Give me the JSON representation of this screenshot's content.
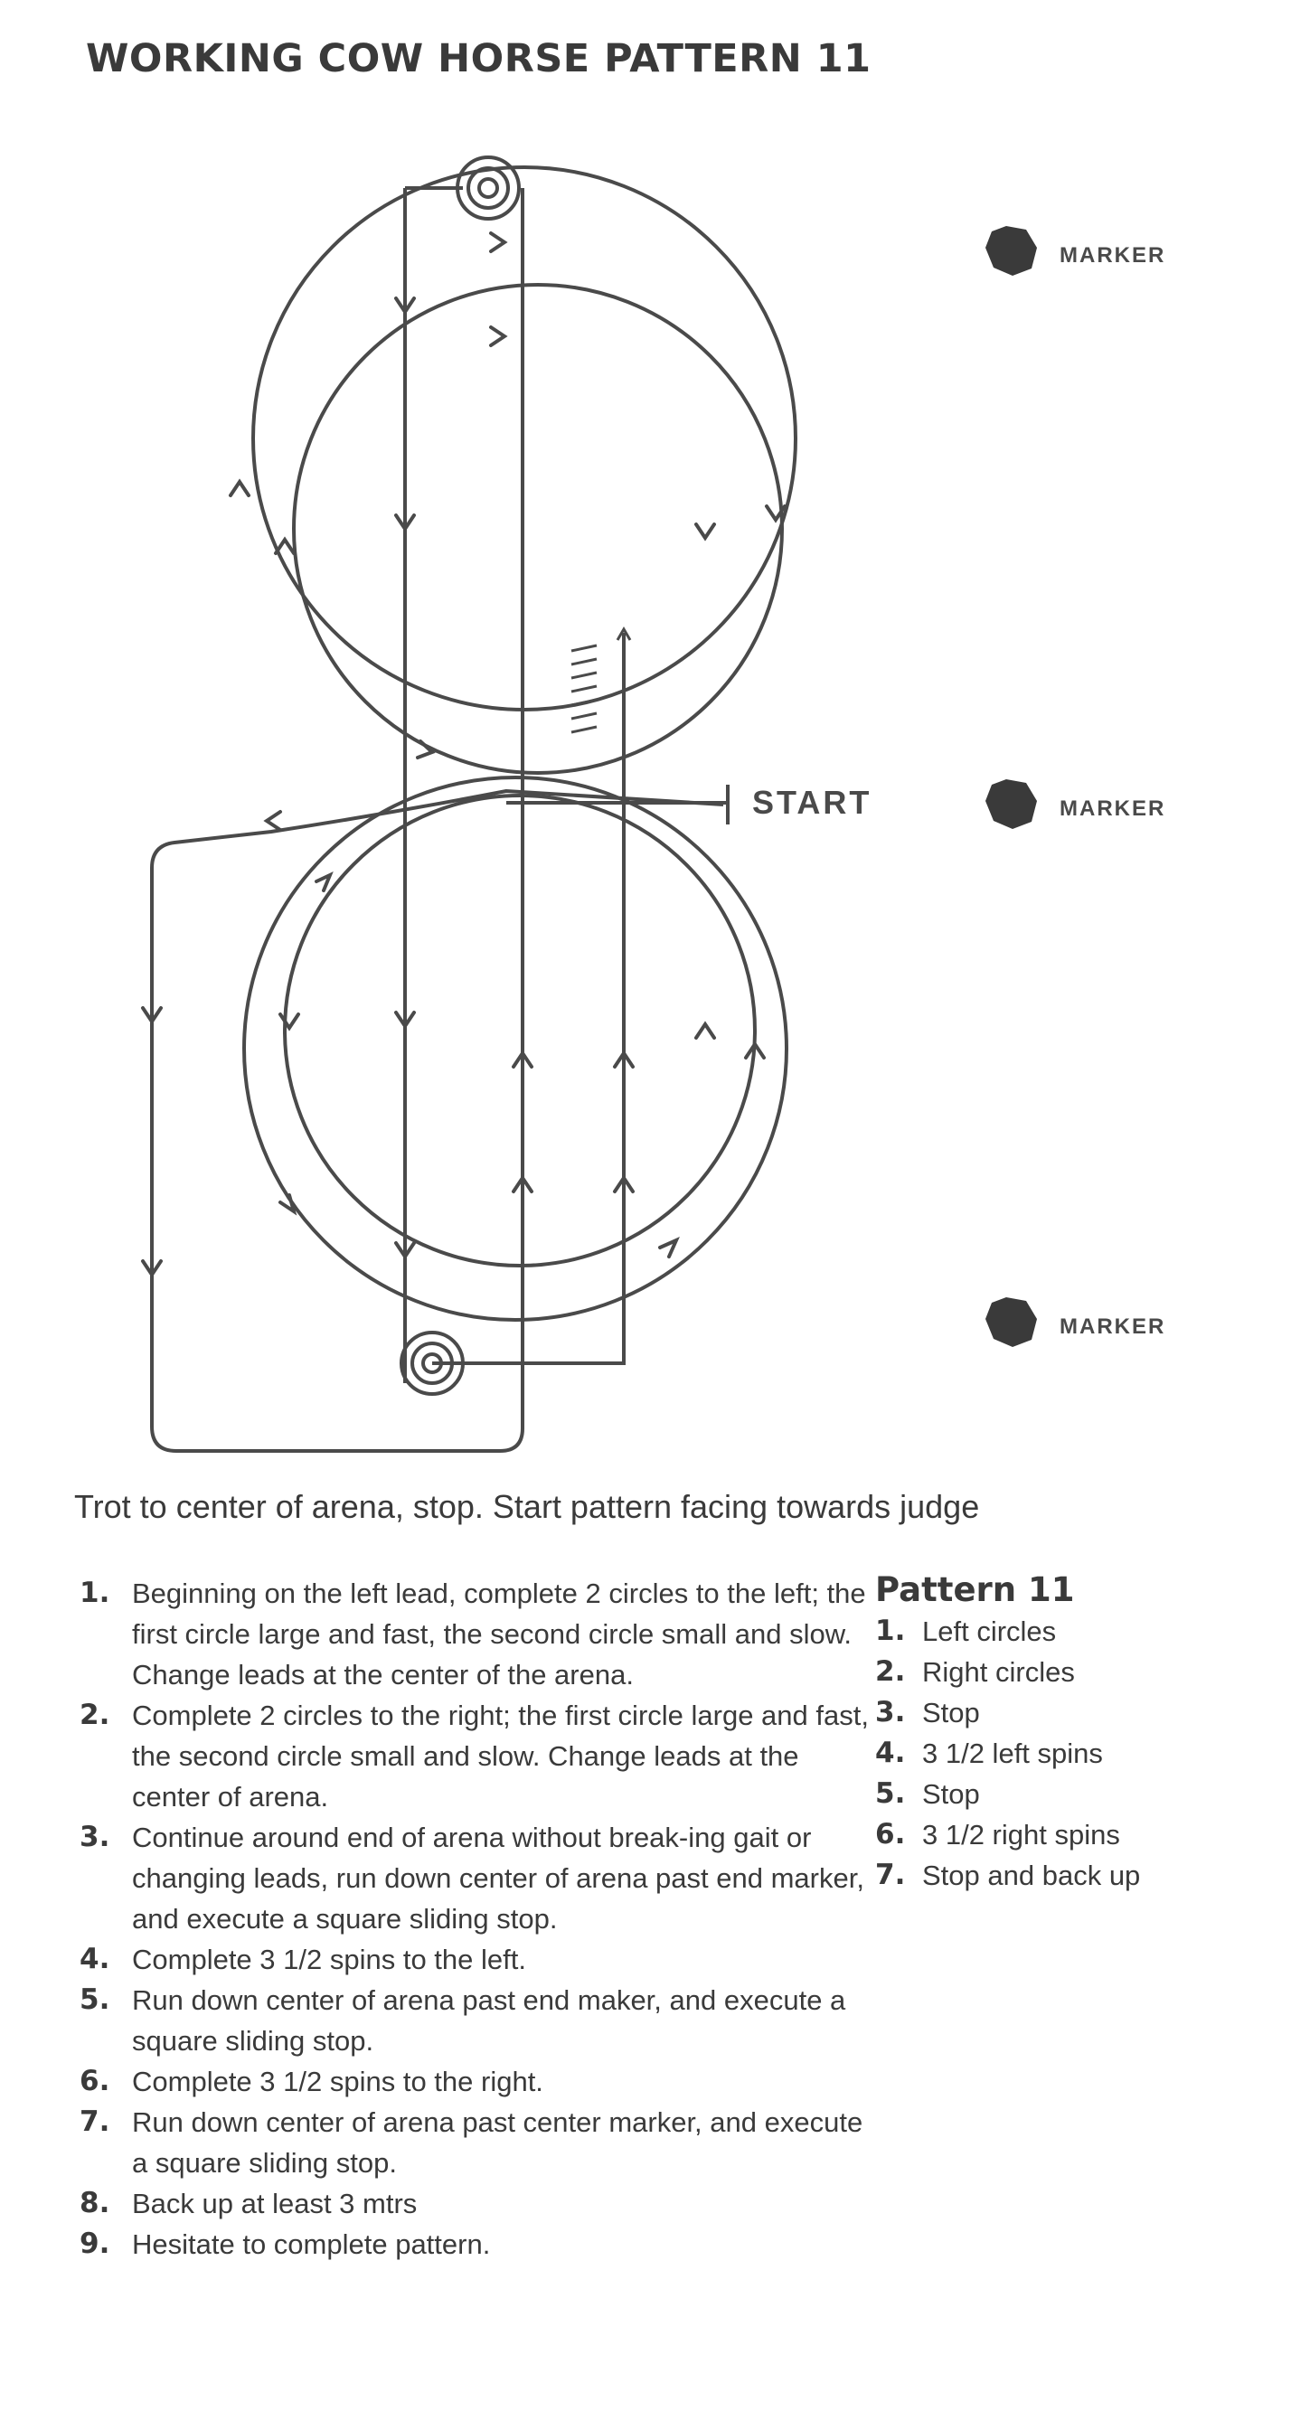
{
  "header": {
    "title": "WORKING COW HORSE PATTERN 11"
  },
  "diagram": {
    "start_label": "START",
    "markers": [
      {
        "label": "MARKER",
        "position": "top"
      },
      {
        "label": "MARKER",
        "position": "center"
      },
      {
        "label": "MARKER",
        "position": "bottom"
      }
    ],
    "colors": {
      "line": "#4a4a4a",
      "marker": "#3a3a3a"
    }
  },
  "intro": "Trot to center of arena, stop. Start pattern facing towards judge",
  "steps": [
    {
      "num": "1.",
      "text": "Beginning on the left lead, complete 2 circles to the left; the first circle large and fast, the second circle small and slow. Change leads at the center of the arena."
    },
    {
      "num": "2.",
      "text": "Complete 2 circles to the right; the first circle large and fast, the second circle small and slow. Change leads at the center of arena."
    },
    {
      "num": "3.",
      "text": "Continue around end of arena without break-ing gait or changing leads, run down center of arena past end marker, and execute a square sliding stop."
    },
    {
      "num": "4.",
      "text": "Complete 3 1/2 spins to the left."
    },
    {
      "num": "5.",
      "text": "Run down center of arena past end maker, and execute a square sliding stop."
    },
    {
      "num": "6.",
      "text": "Complete 3 1/2 spins to the right."
    },
    {
      "num": "7.",
      "text": "Run down center of arena past center marker, and execute a square sliding stop."
    },
    {
      "num": "8.",
      "text": "Back up at least 3 mtrs"
    },
    {
      "num": "9.",
      "text": "Hesitate to complete pattern."
    }
  ],
  "summary": {
    "title": "Pattern 11",
    "items": [
      {
        "num": "1.",
        "text": "Left circles"
      },
      {
        "num": "2.",
        "text": "Right circles"
      },
      {
        "num": "3.",
        "text": "Stop"
      },
      {
        "num": "4.",
        "text": "3 1/2 left spins"
      },
      {
        "num": "5.",
        "text": "Stop"
      },
      {
        "num": "6.",
        "text": "3 1/2 right spins"
      },
      {
        "num": "7.",
        "text": "Stop and back up"
      }
    ]
  }
}
